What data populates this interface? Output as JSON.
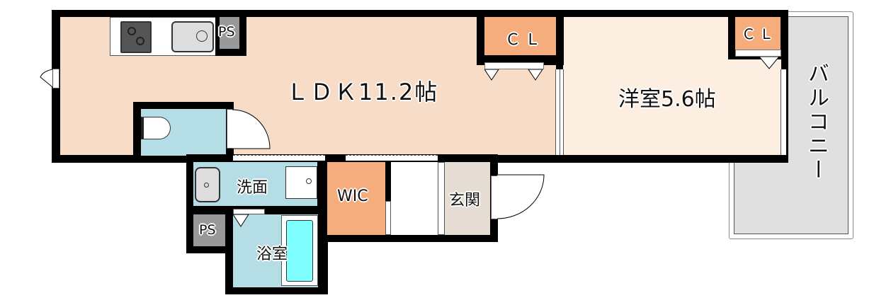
{
  "floor_plan": {
    "rooms": {
      "ldk": {
        "label": "ＬＤＫ11.2帖",
        "color": "#f7dcc8"
      },
      "western_room": {
        "label": "洋室5.6帖",
        "color": "#fdeee2"
      },
      "closet_ldk": {
        "label": "ＣＬ",
        "color": "#f5ad7e"
      },
      "closet_western": {
        "label": "ＣＬ",
        "color": "#f5ad7e"
      },
      "kitchen_ps": {
        "label": "PS",
        "color": "#999999"
      },
      "bath_ps": {
        "label": "PS",
        "color": "#999999"
      },
      "washroom": {
        "label": "洗面",
        "color": "#b5dde6"
      },
      "bathroom": {
        "label": "浴室",
        "color": "#b5dde6"
      },
      "toilet": {
        "label": "",
        "color": "#b5dde6"
      },
      "wic": {
        "label": "WIC",
        "color": "#f5ad7e"
      },
      "entrance": {
        "label": "玄関",
        "color": "#e5ddd3"
      },
      "balcony": {
        "label": "バルコニー",
        "color": "#e0e0e0"
      }
    },
    "colors": {
      "wall": "#000000",
      "bathtub": "#80ffff",
      "fixture": "#dddddd"
    }
  }
}
